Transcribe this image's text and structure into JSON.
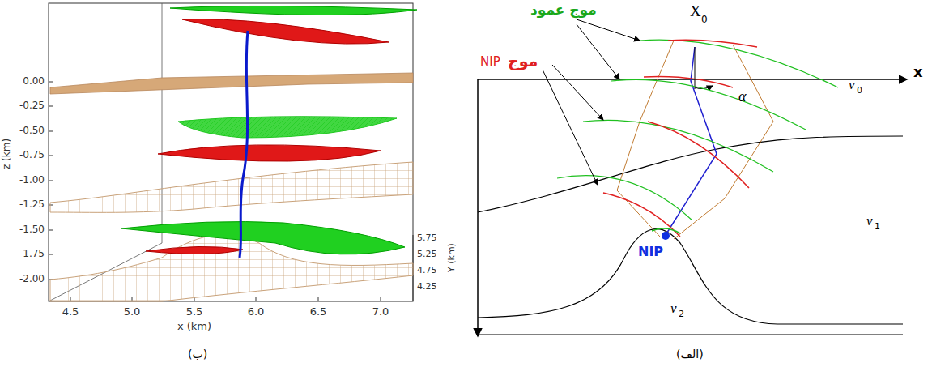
{
  "diagram": {
    "labels": [
      "موج عمود",
      "موج",
      "NIP",
      "X",
      "0",
      "α",
      "x",
      "v",
      "0",
      "v",
      "1",
      "v",
      "2",
      "NIP",
      "(الف)",
      "0.00",
      "-0.25",
      "-0.50",
      "-0.75",
      "-1.00",
      "-1.25",
      "-1.50",
      "-1.75",
      "-2.00",
      "z (km)",
      "4.5",
      "5.0",
      "5.5",
      "6.0",
      "6.5",
      "7.0",
      "x (km)",
      "5.75",
      "5.25",
      "4.75",
      "4.25",
      "Y (km)",
      "(ب)"
    ]
  }
}
